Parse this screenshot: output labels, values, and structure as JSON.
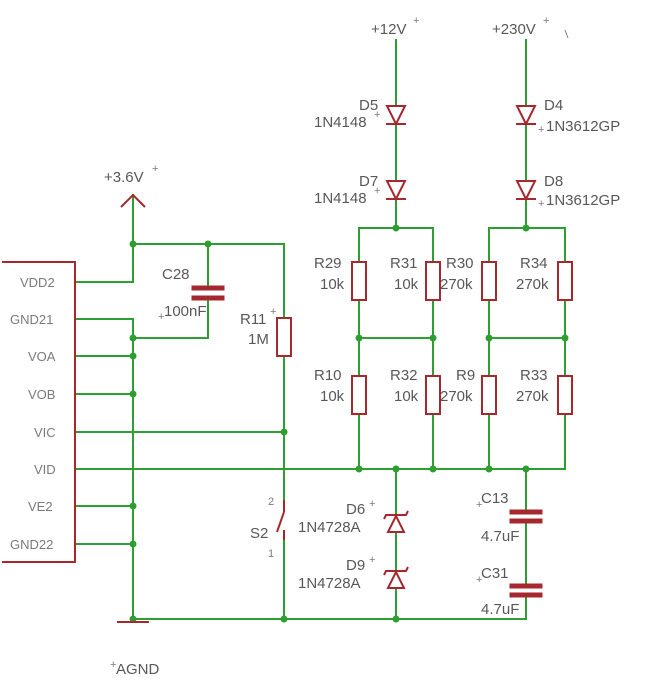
{
  "supplies": {
    "v12": "+12V",
    "v230": "+230V",
    "v36": "+3.6V",
    "agnd": "AGND"
  },
  "connector_pins": [
    "VDD2",
    "GND21",
    "VOA",
    "VOB",
    "VIC",
    "VID",
    "VE2",
    "GND22"
  ],
  "diodes": {
    "d5": {
      "ref": "D5",
      "value": "1N4148"
    },
    "d7": {
      "ref": "D7",
      "value": "1N4148"
    },
    "d4": {
      "ref": "D4",
      "value": "1N3612GP"
    },
    "d8": {
      "ref": "D8",
      "value": "1N3612GP"
    },
    "d6": {
      "ref": "D6",
      "value": "1N4728A"
    },
    "d9": {
      "ref": "D9",
      "value": "1N4728A"
    }
  },
  "resistors": {
    "r11": {
      "ref": "R11",
      "value": "1M"
    },
    "r29": {
      "ref": "R29",
      "value": "10k"
    },
    "r31": {
      "ref": "R31",
      "value": "10k"
    },
    "r30": {
      "ref": "R30",
      "value": "270k"
    },
    "r34": {
      "ref": "R34",
      "value": "270k"
    },
    "r10": {
      "ref": "R10",
      "value": "10k"
    },
    "r32": {
      "ref": "R32",
      "value": "10k"
    },
    "r9": {
      "ref": "R9",
      "value": "270k"
    },
    "r33": {
      "ref": "R33",
      "value": "270k"
    }
  },
  "capacitors": {
    "c28": {
      "ref": "C28",
      "value": "100nF"
    },
    "c13": {
      "ref": "C13",
      "value": "4.7uF"
    },
    "c31": {
      "ref": "C31",
      "value": "4.7uF"
    }
  },
  "switch": {
    "ref": "S2",
    "pin1": "1",
    "pin2": "2"
  }
}
